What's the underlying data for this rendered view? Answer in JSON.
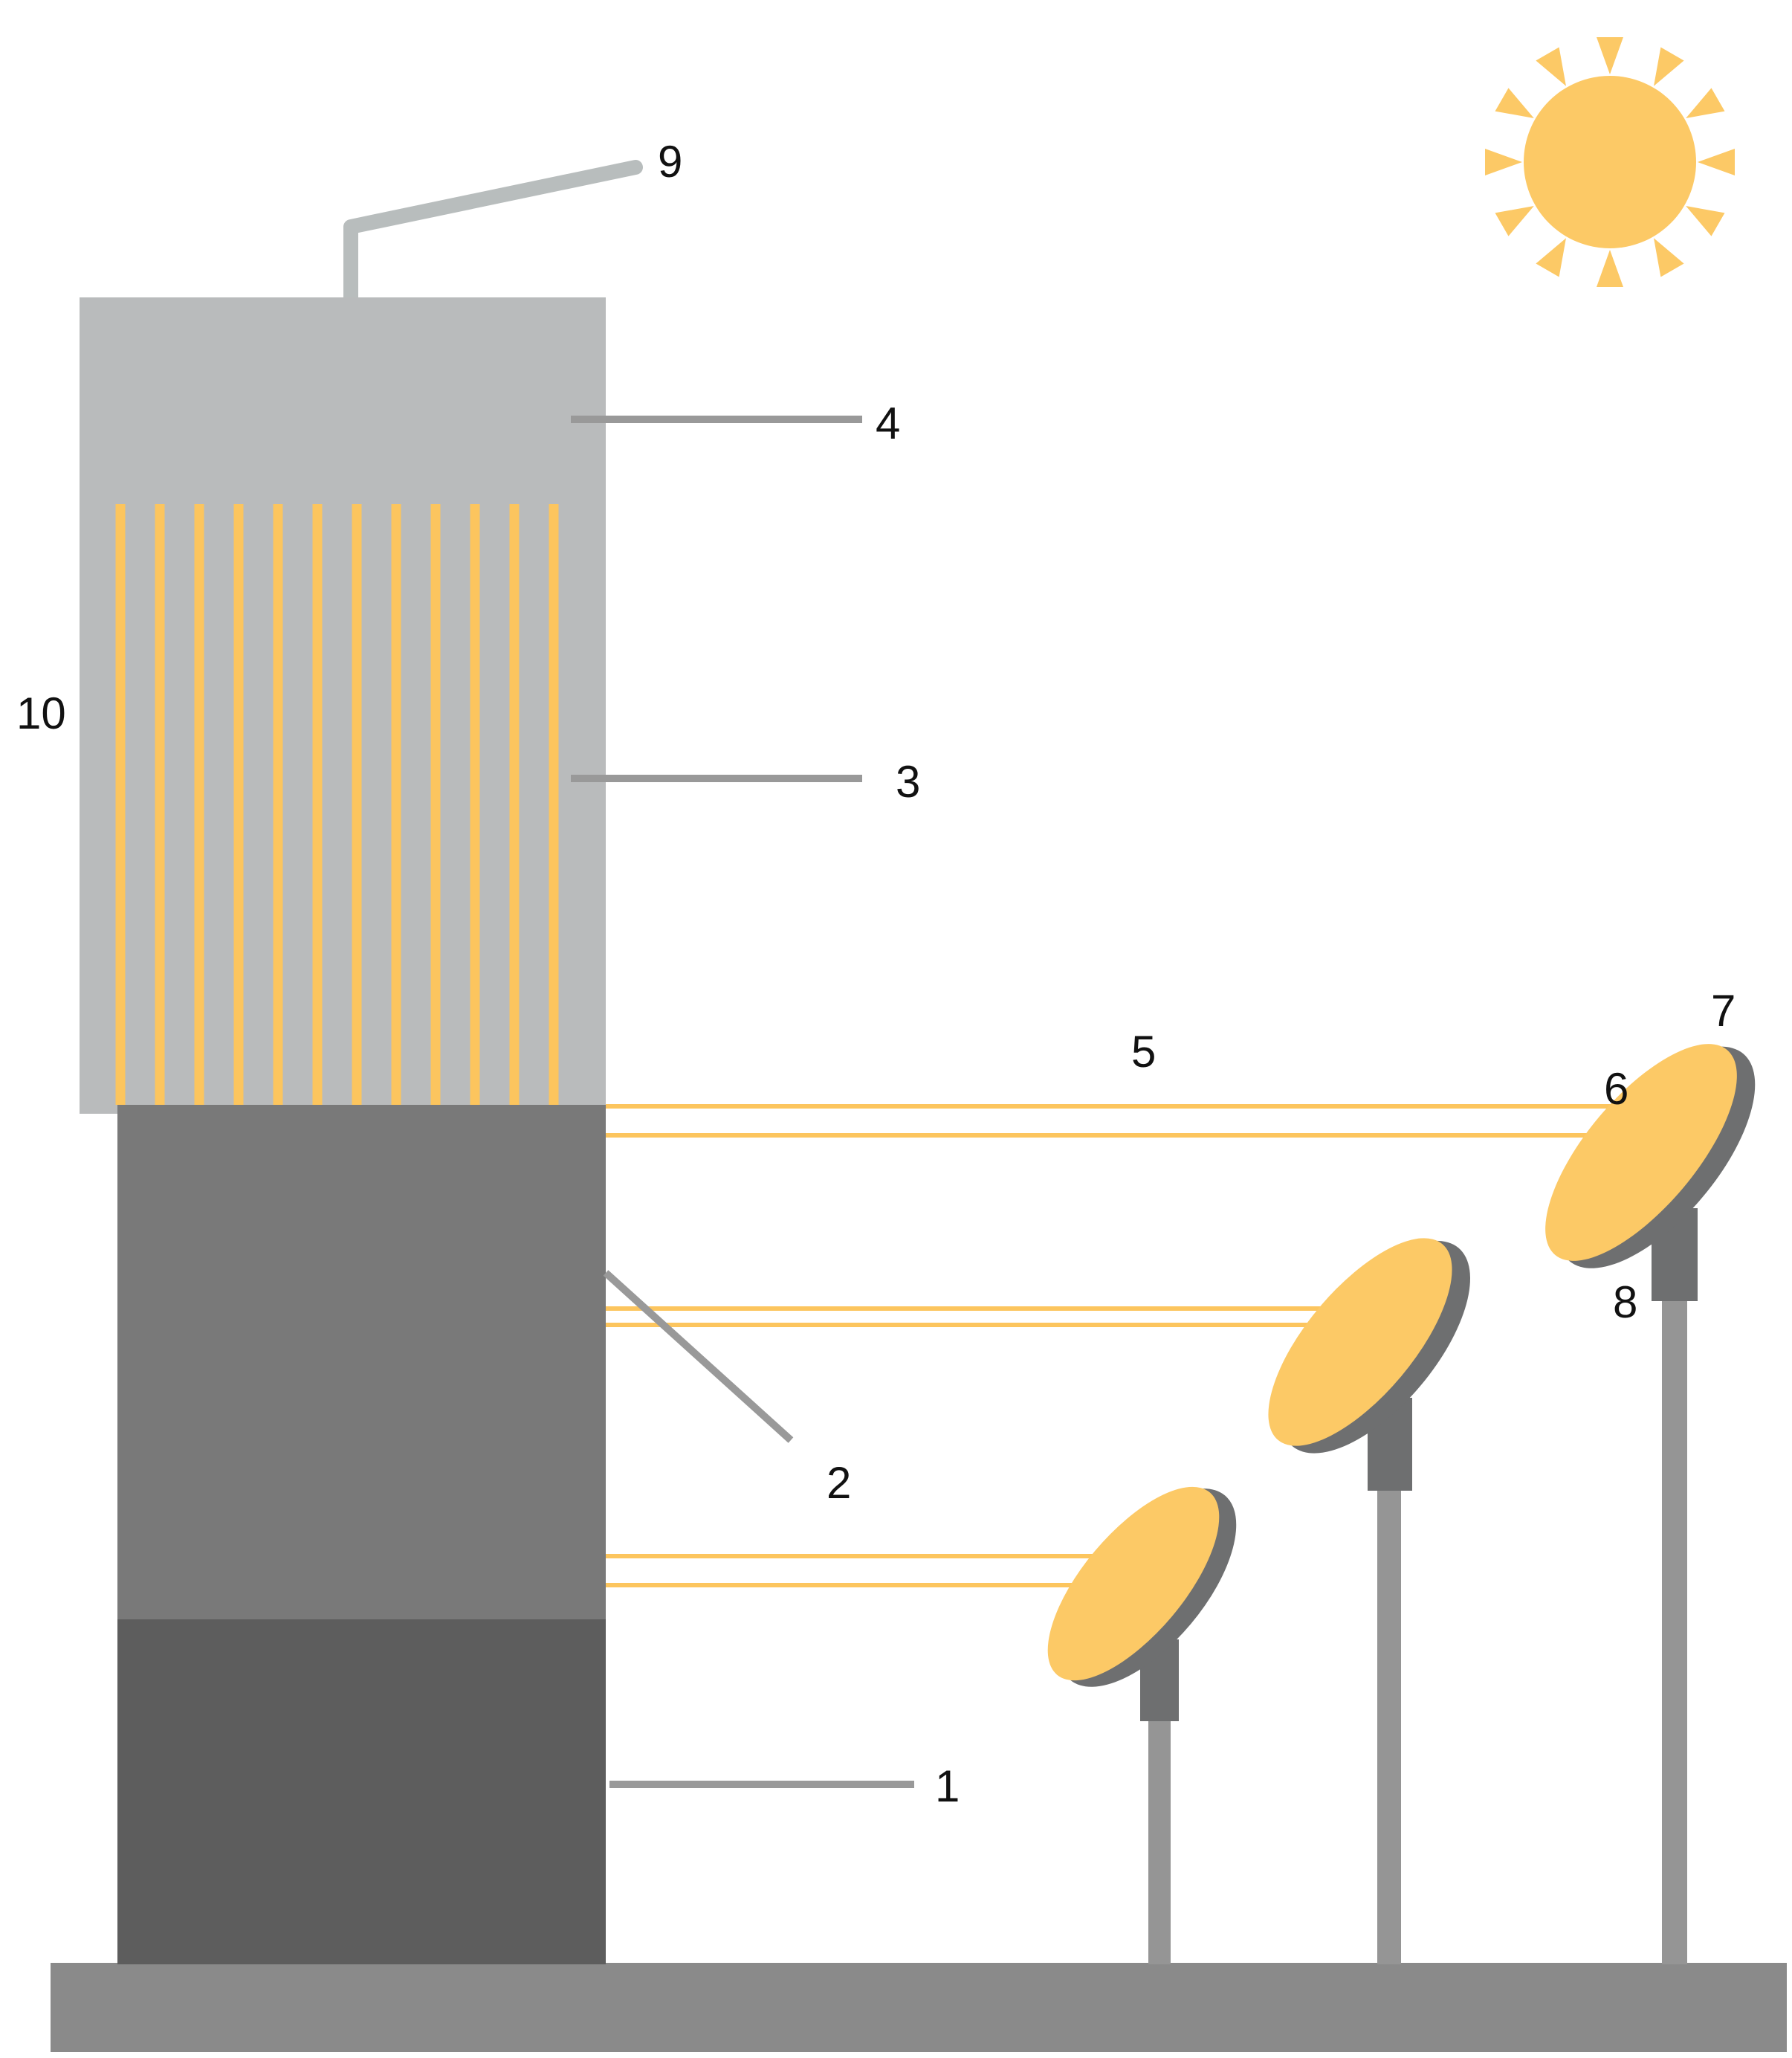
{
  "diagram": {
    "callouts": {
      "c1": "1",
      "c2": "2",
      "c3": "3",
      "c4": "4",
      "c5": "5",
      "c6": "6",
      "c7": "7",
      "c8": "8",
      "c9": "9",
      "c10": "10"
    },
    "colors": {
      "background": "#ffffff",
      "tower_upper": "#b9bbbc",
      "tower_middle": "#797979",
      "tower_lower": "#5d5d5d",
      "ground": "#8a8a8a",
      "tubes": "#fcc55e",
      "beams": "#fcc55e",
      "sun": "#fcc966",
      "mirror_face": "#fcc966",
      "mirror_back": "#6e6f70",
      "post": "#959595",
      "leader_line": "#999999"
    },
    "icons": {
      "sun": "sun-icon",
      "heliostat": "dish-mirror-icon"
    }
  }
}
